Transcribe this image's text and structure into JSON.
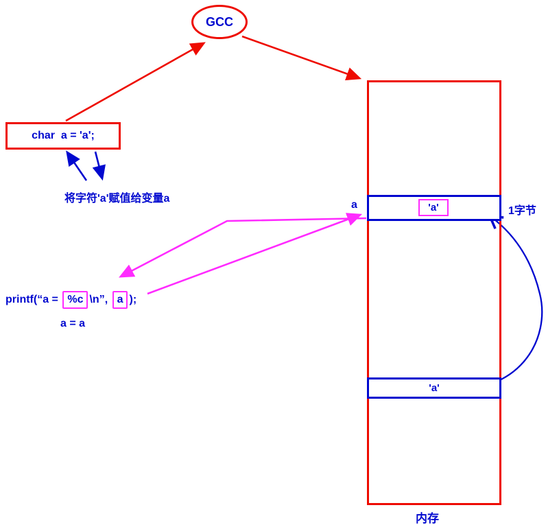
{
  "gcc": {
    "label": "GCC"
  },
  "code_box": {
    "text": "char  a = 'a';"
  },
  "notes": {
    "assign": "将字符'a'赋值给变量a",
    "printf_note": "a = a"
  },
  "printf": {
    "prefix": "printf(“a = ",
    "format_spec": "%c",
    "middle": "\\n”, ",
    "arg": "a",
    "suffix": ");"
  },
  "memory": {
    "var_label": "a",
    "byte_label": "1字节",
    "cell_value": "'a'",
    "lower_cell_value": "'a'",
    "caption": "内存"
  },
  "colors": {
    "red": "#ee0b00",
    "blue": "#0008cf",
    "magenta": "#ff2bff"
  }
}
